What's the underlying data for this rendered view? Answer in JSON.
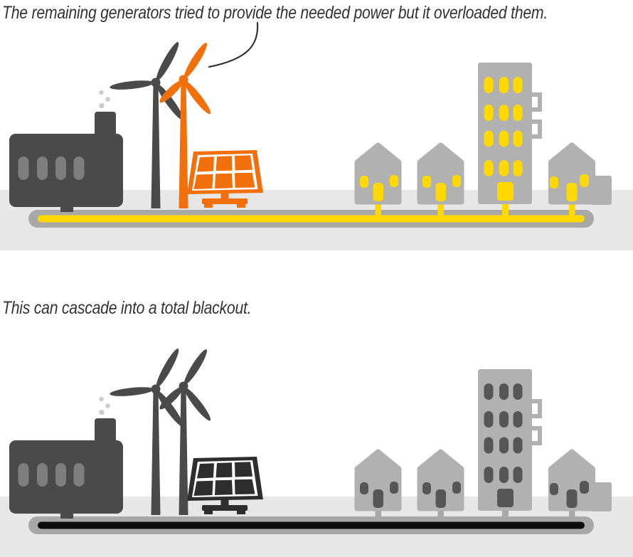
{
  "figure": {
    "title": "Power grid overload and blackout infographic",
    "panels": [
      {
        "name": "overload",
        "caption": "The remaining generators tried to provide the needed power but it overloaded them.",
        "has_callout": true,
        "palette": {
          "highlight": "#f2700c",
          "solar": "#f2700c",
          "power_line": "#ffd900",
          "window": "#ffd900",
          "connector": "#ffd900"
        }
      },
      {
        "name": "blackout",
        "caption": "This can cascade into a total blackout.",
        "has_callout": false,
        "palette": {
          "highlight": "#4a4a4a",
          "solar": "#2e2e2e",
          "power_line": "#0d0d0d",
          "window": "#565656",
          "connector": "#a8a8a8"
        }
      }
    ],
    "colors": {
      "dark": "#4a4a4a",
      "gray": "#b1b1b1",
      "ground": "#e7e7e7",
      "tube": "#a8a8a8",
      "smoke": "#cccccc",
      "factory_window": "#7e7e7e",
      "text": "#333333",
      "callout": "#333333"
    },
    "icons": [
      "power-plant-icon",
      "wind-turbine-icon",
      "solar-panel-icon",
      "house-icon",
      "apartment-building-icon",
      "power-line-icon"
    ]
  }
}
